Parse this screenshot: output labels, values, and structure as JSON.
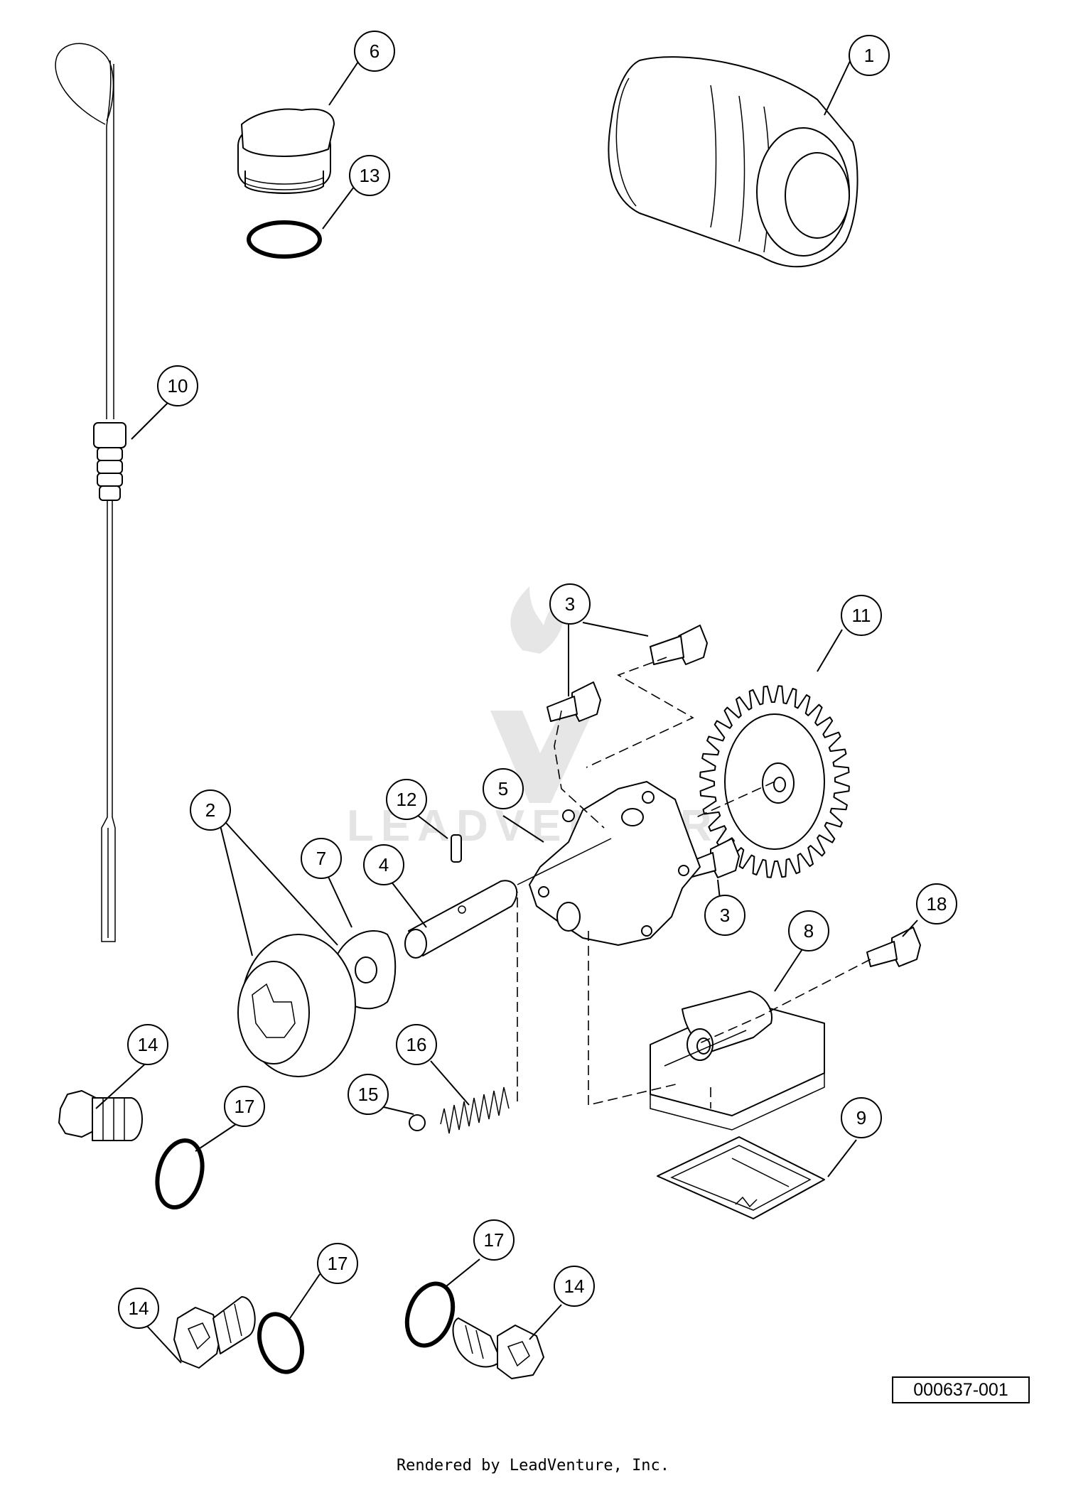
{
  "callouts": [
    {
      "id": "c1",
      "label": "1"
    },
    {
      "id": "c2",
      "label": "2"
    },
    {
      "id": "c3a",
      "label": "3"
    },
    {
      "id": "c3b",
      "label": "3"
    },
    {
      "id": "c4",
      "label": "4"
    },
    {
      "id": "c5",
      "label": "5"
    },
    {
      "id": "c6",
      "label": "6"
    },
    {
      "id": "c7",
      "label": "7"
    },
    {
      "id": "c8",
      "label": "8"
    },
    {
      "id": "c9",
      "label": "9"
    },
    {
      "id": "c10",
      "label": "10"
    },
    {
      "id": "c11",
      "label": "11"
    },
    {
      "id": "c12",
      "label": "12"
    },
    {
      "id": "c13",
      "label": "13"
    },
    {
      "id": "c14a",
      "label": "14"
    },
    {
      "id": "c14b",
      "label": "14"
    },
    {
      "id": "c14c",
      "label": "14"
    },
    {
      "id": "c15",
      "label": "15"
    },
    {
      "id": "c16",
      "label": "16"
    },
    {
      "id": "c17a",
      "label": "17"
    },
    {
      "id": "c17b",
      "label": "17"
    },
    {
      "id": "c17c",
      "label": "17"
    },
    {
      "id": "c18",
      "label": "18"
    }
  ],
  "reference_number": "000637-001",
  "credit": "Rendered by LeadVenture, Inc.",
  "watermark": "LEADVENTURE"
}
